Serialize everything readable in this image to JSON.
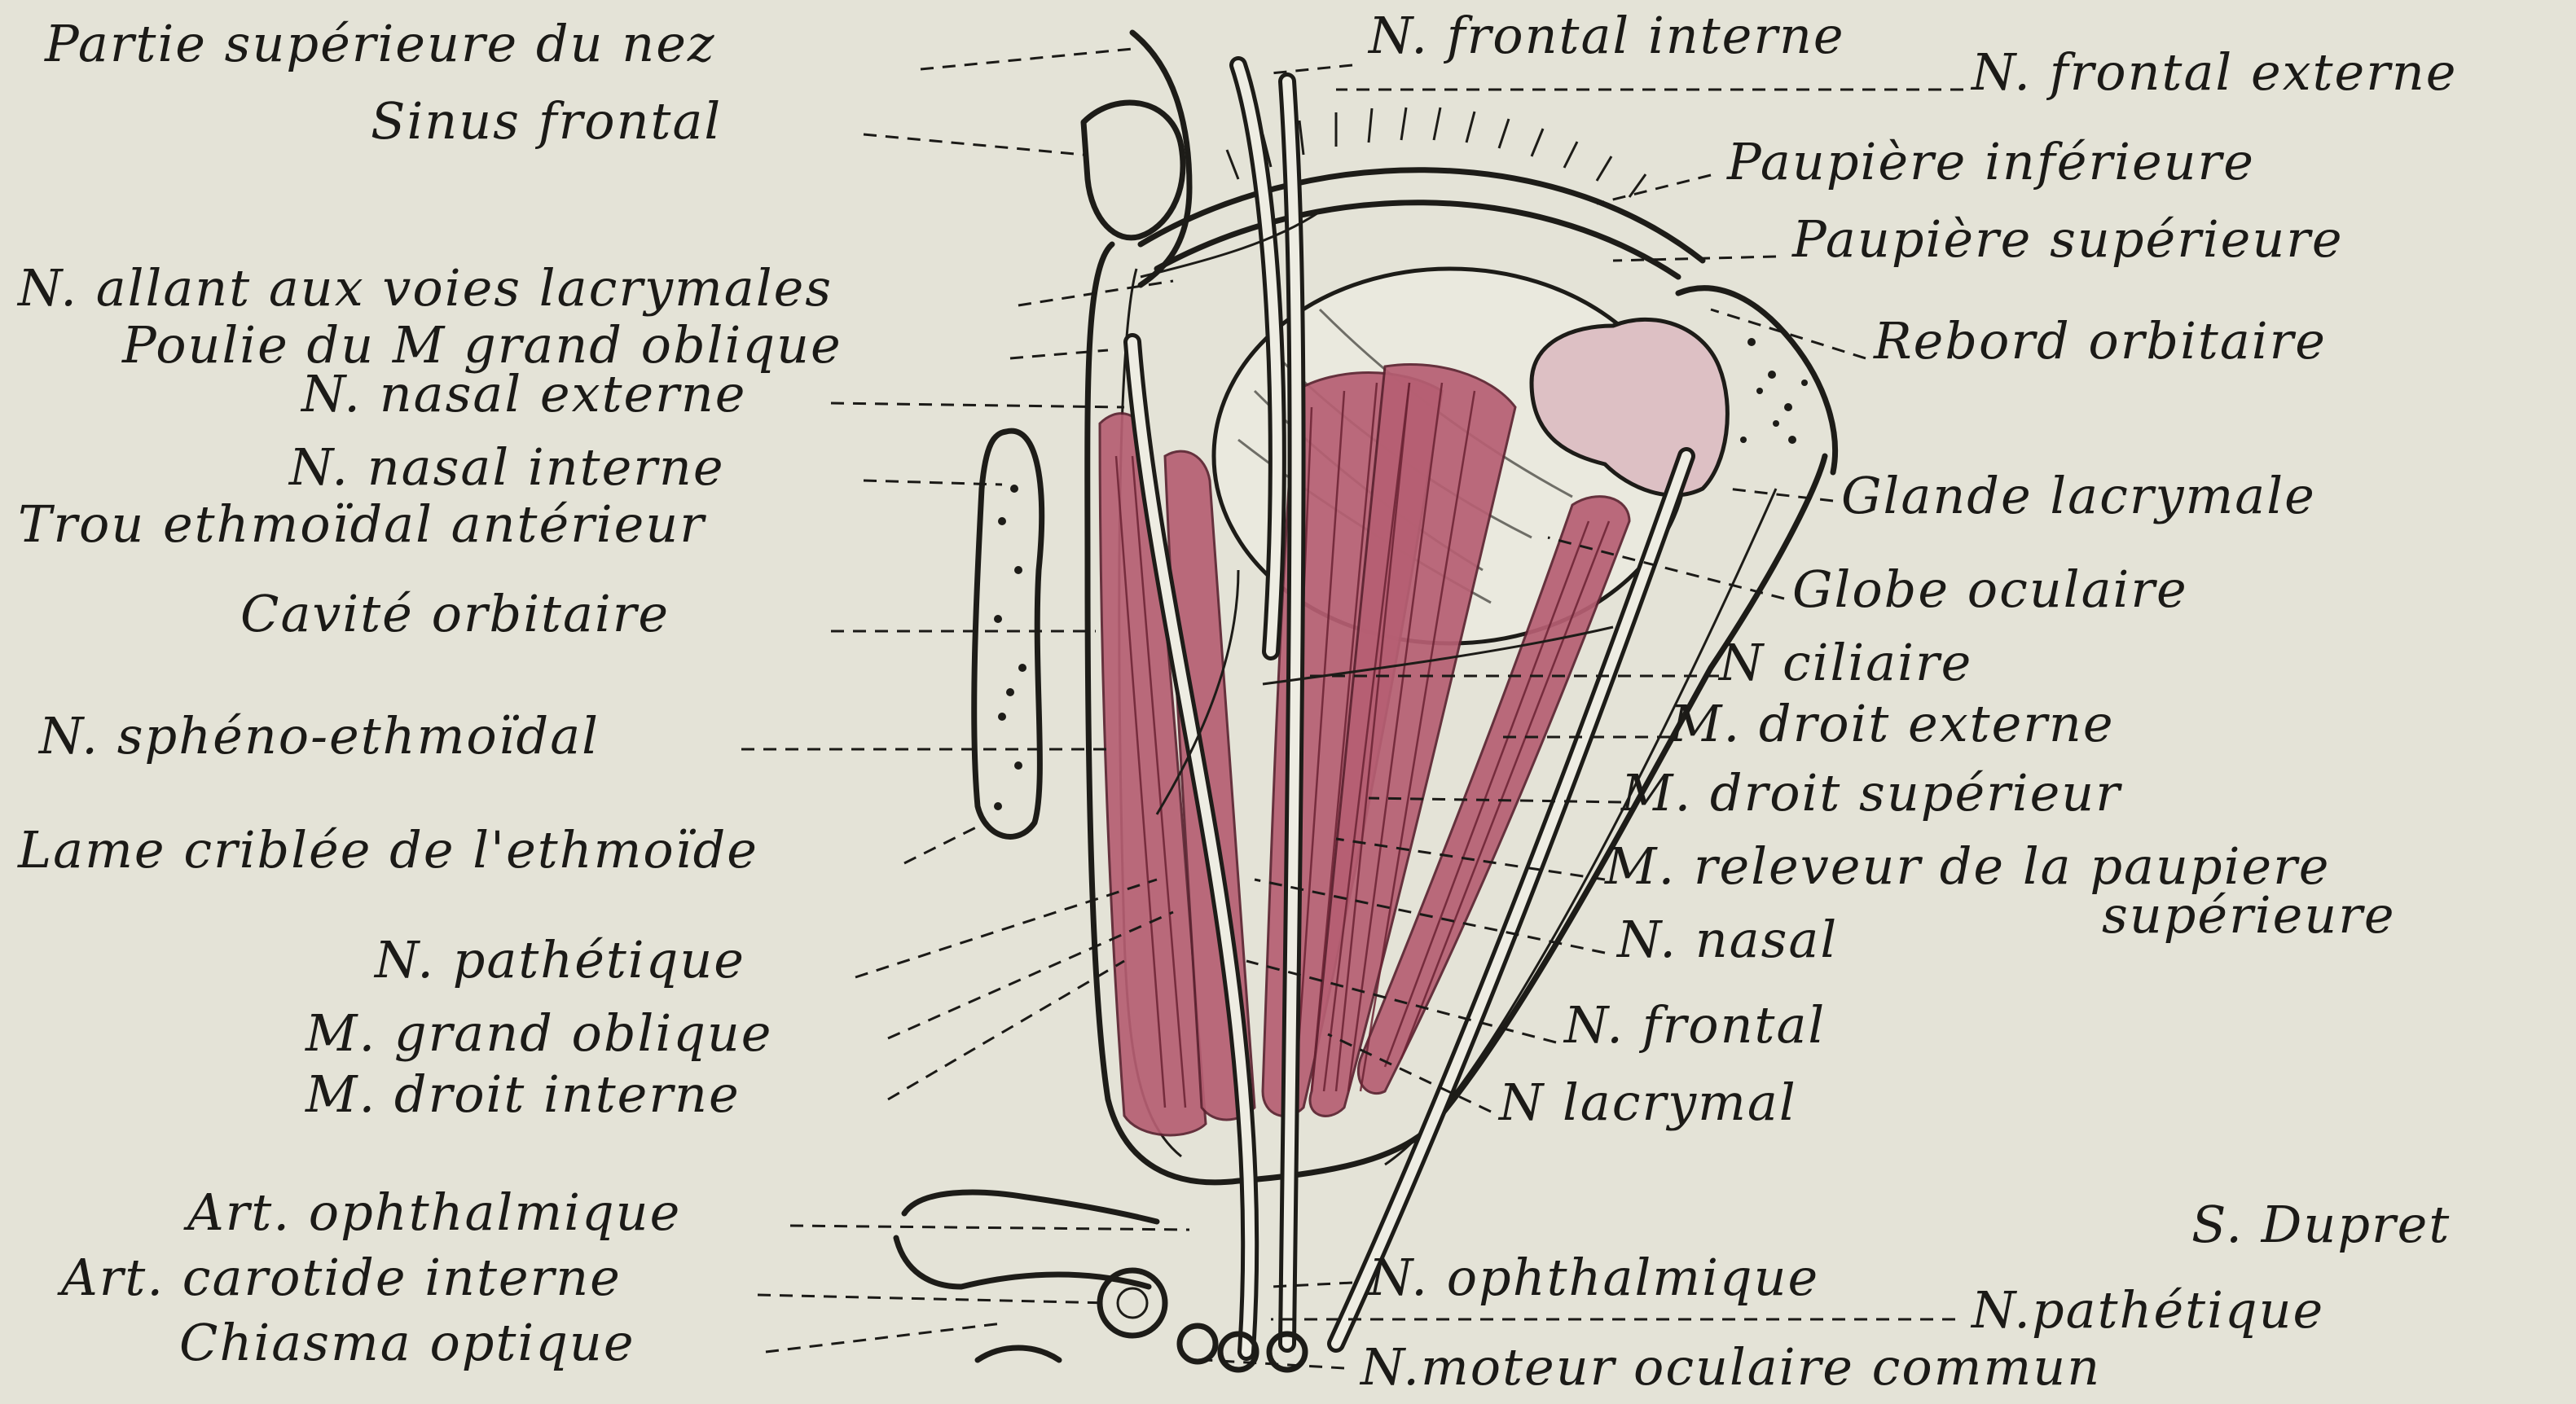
{
  "labels_left": [
    "Partie supérieure du nez",
    "Sinus frontal",
    "N. allant aux voies lacrymales",
    "Poulie du M grand oblique",
    "N. nasal externe",
    "N. nasal interne",
    "Trou ethmoïdal antérieur",
    "Cavité orbitaire",
    "N. sphéno-ethmoïdal",
    "Lame criblée de l'ethmoïde",
    "N. pathétique",
    "M. grand oblique",
    "M. droit interne",
    "Art. ophthalmique",
    "Art. carotide interne",
    "Chiasma optique"
  ],
  "labels_right": [
    "N. frontal interne",
    "N. frontal externe",
    "Paupière inférieure",
    "Paupière supérieure",
    "Rebord orbitaire",
    "Glande lacrymale",
    "Globe oculaire",
    "N ciliaire",
    "M. droit externe",
    "M. droit supérieur",
    "M. releveur de la paupiere",
    "supérieure",
    "N. nasal",
    "N. frontal",
    "N lacrymal"
  ],
  "labels_bottom": [
    "N. ophthalmique",
    "N.pathétique",
    "N.moteur oculaire commun"
  ],
  "signature": "S. Dupret",
  "colors": {
    "paper": "#e4e3d7",
    "muscle": "#b65f73",
    "ink": "#1d1c18",
    "gland": "#ddc0c4"
  }
}
